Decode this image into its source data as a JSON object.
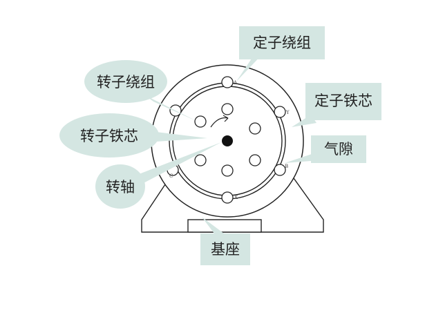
{
  "labels": {
    "stator_winding": "定子绕组",
    "stator_core": "定子铁芯",
    "air_gap": "气隙",
    "rotor_winding": "转子绕组",
    "rotor_core": "转子铁芯",
    "shaft": "转轴",
    "base": "基座"
  },
  "slot_letters": {
    "top": "A",
    "right": "Y",
    "bottom_right": "B",
    "bottom": "X",
    "left": "C"
  },
  "colors": {
    "callout_fill": "#d4e6e2",
    "outline": "#222222",
    "background": "#ffffff"
  },
  "icons": {
    "rotation": "curved-arrow-icon"
  }
}
